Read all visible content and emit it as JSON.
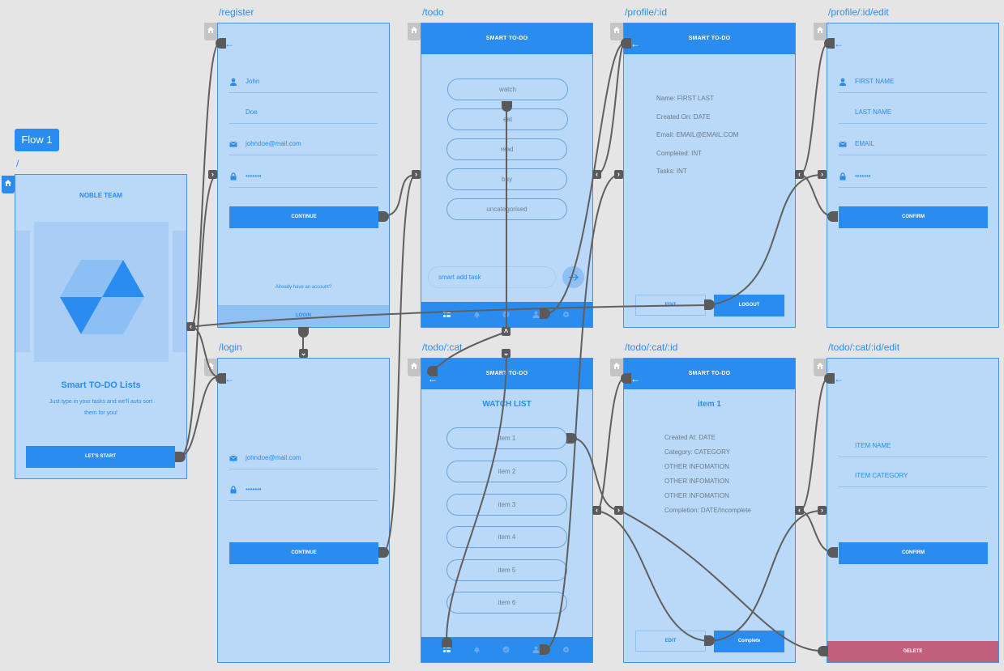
{
  "flow_label": "Flow 1",
  "routes": {
    "root": "/",
    "register": "/register",
    "todo": "/todo",
    "profile": "/profile/:id",
    "profile_edit": "/profile/:id/edit",
    "login": "/login",
    "todo_cat": "/todo/:cat",
    "todo_cat_id": "/todo/:cat/:id",
    "todo_cat_id_edit": "/todo/:cat/:id/edit"
  },
  "root_screen": {
    "brand": "NOBLE TEAM",
    "heading": "Smart TO-DO Lists",
    "subtitle_line1": "Just type in your tasks and we'll auto sort",
    "subtitle_line2": "them for you!",
    "start_button": "LET'S START"
  },
  "register_screen": {
    "first_name": "John",
    "last_name": "Doe",
    "email": "johndoe@mail.com",
    "password": "•••••••",
    "continue_button": "CONTINUE",
    "have_account": "Already have an account?",
    "login_button": "LOGIN"
  },
  "login_screen": {
    "email": "johndoe@mail.com",
    "password": "•••••••",
    "continue_button": "CONTINUE"
  },
  "todo_screen": {
    "appbar_title": "SMART TO-DO",
    "categories": [
      "watch",
      "eat",
      "read",
      "buy",
      "uncategorised"
    ],
    "input_placeholder": "smart add task"
  },
  "profile_screen": {
    "appbar_title": "SMART TO-DO",
    "name": "Name: FIRST LAST",
    "created": "Created On: DATE",
    "email": "Email: EMAIL@EMAIL.COM",
    "completed": "Completed: INT",
    "tasks": "Tasks: INT",
    "edit_button": "EDIT",
    "logout_button": "LOGOUT"
  },
  "profile_edit_screen": {
    "first_name": "FIRST NAME",
    "last_name": "LAST NAME",
    "email": "EMAIL",
    "password": "•••••••",
    "confirm_button": "CONFIRM"
  },
  "cat_screen": {
    "appbar_title": "SMART TO-DO",
    "list_title": "WATCH LIST",
    "items": [
      "item 1",
      "item 2",
      "item 3",
      "item 4",
      "item 5",
      "item 6"
    ]
  },
  "item_screen": {
    "appbar_title": "SMART TO-DO",
    "item_title": "item 1",
    "created": "Created At: DATE",
    "category": "Category: CATEGORY",
    "other1": "OTHER INFOMATION",
    "other2": "OTHER INFOMATION",
    "other3": "OTHER INFOMATION",
    "completion": "Completion: DATE/Incomplete",
    "edit_button": "EDIT",
    "complete_button": "Complete"
  },
  "item_edit_screen": {
    "item_name": "ITEM NAME",
    "item_category": "ITEM CATEGORY",
    "confirm_button": "CONFIRM",
    "delete_button": "DELETE"
  },
  "colors": {
    "canvas": "#e5e5e5",
    "frame_fill": "#bad8f8",
    "frame_border": "#4a90e2",
    "primary": "#2b8cf0",
    "wire": "#5f5f5f",
    "delete": "#c0607e"
  }
}
